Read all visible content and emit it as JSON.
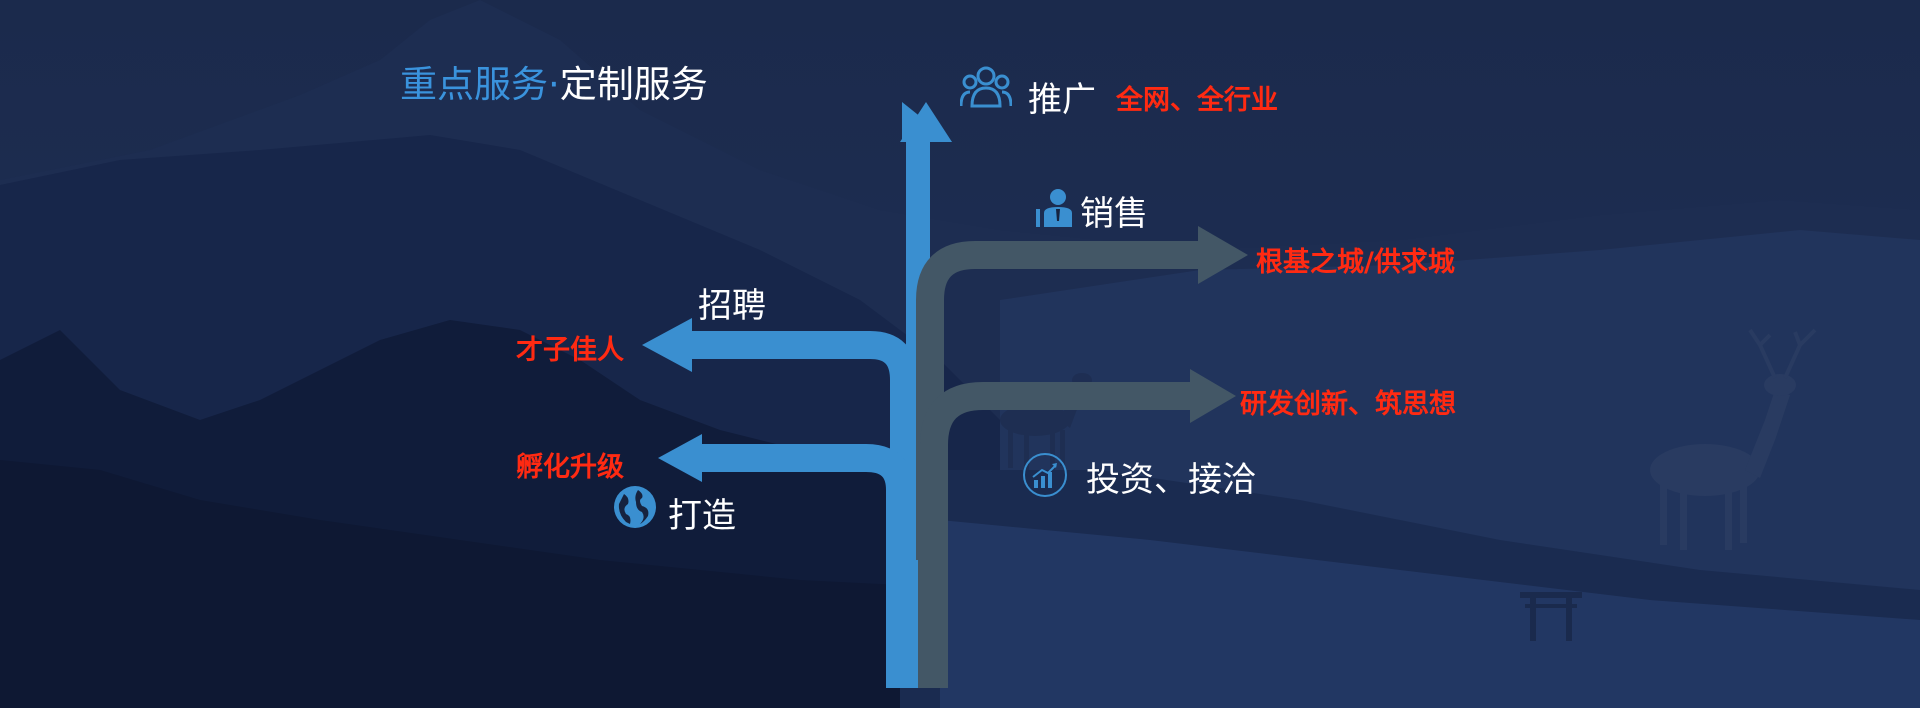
{
  "header": {
    "title_highlight": "重点服务·",
    "title_rest": "定制服务"
  },
  "branches": {
    "promotion": {
      "label": "推广",
      "detail": "全网、全行业",
      "icon": "people-group-icon"
    },
    "sales": {
      "label": "销售",
      "detail": "根基之城/供求城",
      "icon": "businessman-icon"
    },
    "recruitment": {
      "label": "招聘",
      "detail": "才子佳人"
    },
    "build": {
      "label": "打造",
      "detail": "孵化升级",
      "icon": "globe-icon"
    },
    "investment": {
      "label": "投资、接洽",
      "detail": "研发创新、筑思想",
      "icon": "growth-chart-icon"
    }
  },
  "colors": {
    "background": "#16233f",
    "blue_arrow": "#3a8fd0",
    "grey_arrow": "#435766",
    "accent_red": "#ff2a12",
    "title_blue": "#3a93dd"
  }
}
